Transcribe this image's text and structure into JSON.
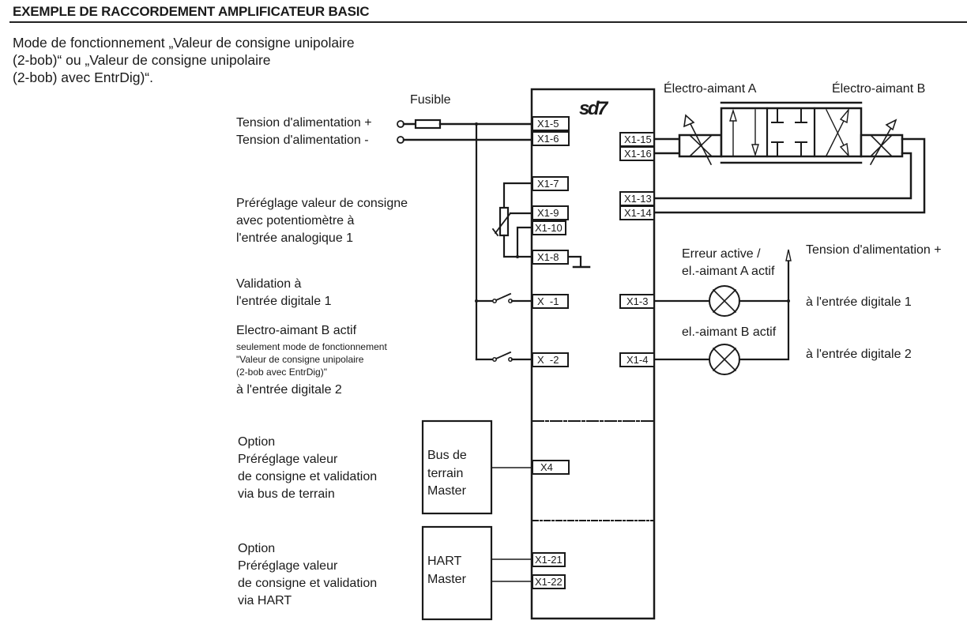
{
  "header": {
    "title": "EXEMPLE DE RACCORDEMENT AMPLIFICATEUR BASIC"
  },
  "intro": {
    "lines": [
      "Mode de fonctionnement „Valeur de consigne unipolaire",
      "(2-bob)“ ou „Valeur de consigne unipolaire",
      "(2-bob) avec EntrDig)“."
    ]
  },
  "device": {
    "name": "sd7"
  },
  "labels": {
    "fuse": "Fusible",
    "supply_plus": "Tension d'alimentation +",
    "supply_minus": "Tension d'alimentation -",
    "potentiometer": [
      "Préréglage valeur de consigne",
      "avec potentiomètre à",
      "l'entrée analogique 1"
    ],
    "validation": [
      "Validation à",
      "l'entrée digitale 1"
    ],
    "solenoid_b_input": {
      "title": "Electro-aimant B actif",
      "note": [
        "seulement mode de fonctionnement",
        "\"Valeur de consigne unipolaire",
        "(2-bob avec EntrDig)\""
      ],
      "footer": "à l'entrée digitale 2"
    },
    "solenoid_a": "Électro-aimant A",
    "solenoid_b": "Électro-aimant B",
    "lamp_a": [
      "Erreur active /",
      "el.-aimant A actif"
    ],
    "lamp_b": "el.-aimant B actif",
    "right_supply_plus": "Tension d'alimentation +",
    "right_digital_1": "à l'entrée digitale 1",
    "right_digital_2": "à l'entrée digitale 2",
    "option_fieldbus": [
      "Option",
      "Préréglage valeur",
      "de consigne et validation",
      "via bus de terrain"
    ],
    "option_hart": [
      "Option",
      "Préréglage valeur",
      "de consigne et validation",
      "via HART"
    ],
    "fieldbus_master": [
      "Bus de",
      "terrain",
      "Master"
    ],
    "hart_master": [
      "HART",
      "Master"
    ]
  },
  "terminals": {
    "x1_5": "X1-5",
    "x1_6": "X1-6",
    "x1_7": "X1-7",
    "x1_9": "X1-9",
    "x1_10": "X1-10",
    "x1_8": "X1-8",
    "x_1": "X  -1",
    "x_2": "X  -2",
    "x1_15": "X1-15",
    "x1_16": "X1-16",
    "x1_13": "X1-13",
    "x1_14": "X1-14",
    "x1_3": "X1-3",
    "x1_4": "X1-4",
    "x4": "X4",
    "x1_21": "X1-21",
    "x1_22": "X1-22"
  }
}
